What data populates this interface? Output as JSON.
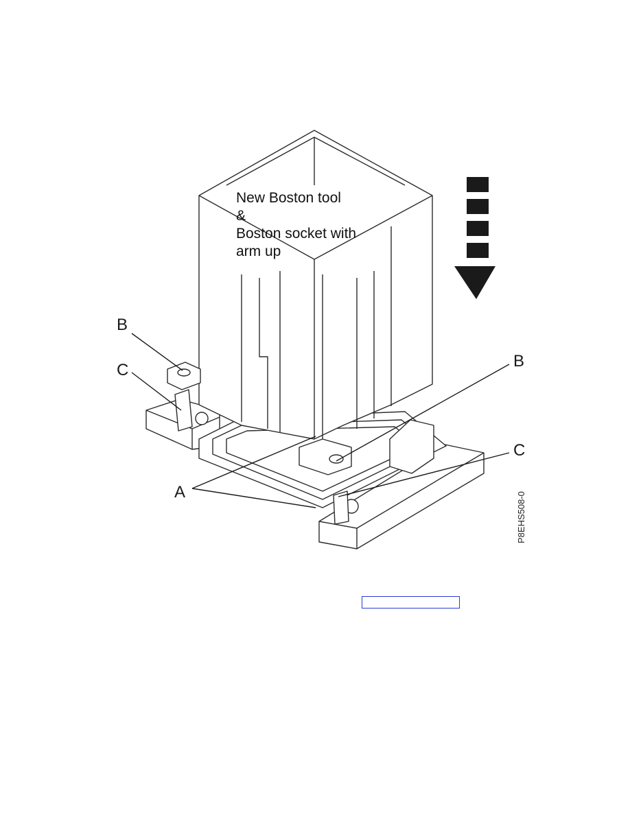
{
  "figure": {
    "tool_label": "New Boston tool\n&\nBoston socket with\narm up",
    "figure_id": "P8EHS508-0",
    "callouts": {
      "a": "A",
      "b_left": "B",
      "b_right": "B",
      "c_left": "C",
      "c_right": "C"
    },
    "arrow_direction": "down-arrow-icon"
  },
  "link": {
    "color": "#2a3bd6"
  }
}
